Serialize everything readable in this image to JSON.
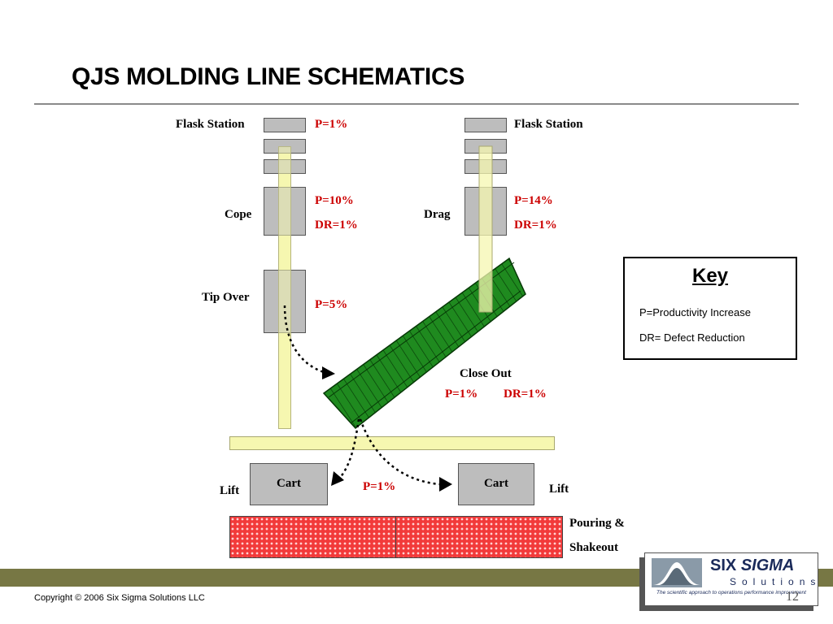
{
  "slide": {
    "title": "QJS MOLDING LINE SCHEMATICS",
    "page_number": "12",
    "copyright": "Copyright © 2006 Six Sigma Solutions LLC"
  },
  "left_line": {
    "flask_station_label": "Flask Station",
    "flask_station_value": "P=1%",
    "cope_label": "Cope",
    "cope_p": "P=10%",
    "cope_dr": "DR=1%",
    "tipover_label": "Tip Over",
    "tipover_p": "P=5%"
  },
  "right_line": {
    "flask_station_label": "Flask Station",
    "drag_label": "Drag",
    "drag_p": "P=14%",
    "drag_dr": "DR=1%"
  },
  "close_out": {
    "label": "Close Out",
    "p": "P=1%",
    "dr": "DR=1%"
  },
  "carts": {
    "left_cart": "Cart",
    "right_cart": "Cart",
    "left_lift": "Lift",
    "right_lift": "Lift",
    "transfer_p": "P=1%"
  },
  "pouring": {
    "line1": "Pouring &",
    "line2": "Shakeout"
  },
  "key": {
    "title": "Key",
    "p_def": "P=Productivity Increase",
    "dr_def": "DR= Defect Reduction"
  },
  "logo": {
    "six": "SIX",
    "sigma": "SIGMA",
    "solutions": "Solutions",
    "tagline": "The scientific approach to operations performance improvement"
  },
  "colors": {
    "accent_red": "#cc0000",
    "conveyor_green": "#1f8a1f",
    "footer_olive": "#777744",
    "track_yellow": "#f6f7b0",
    "station_gray": "#bdbdbd"
  }
}
